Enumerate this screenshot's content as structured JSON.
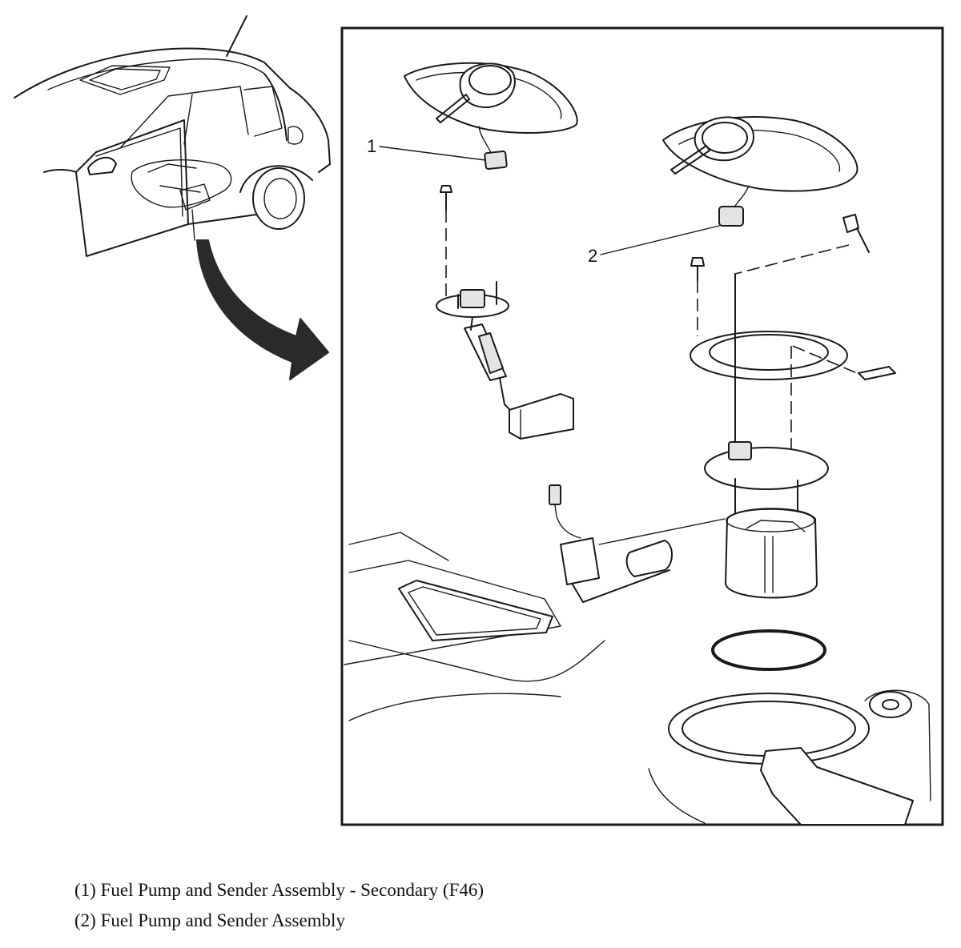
{
  "callouts": [
    {
      "number": "1"
    },
    {
      "number": "2"
    }
  ],
  "legend": [
    {
      "text": "(1) Fuel Pump and Sender Assembly - Secondary (F46)"
    },
    {
      "text": "(2) Fuel Pump and Sender Assembly"
    }
  ]
}
